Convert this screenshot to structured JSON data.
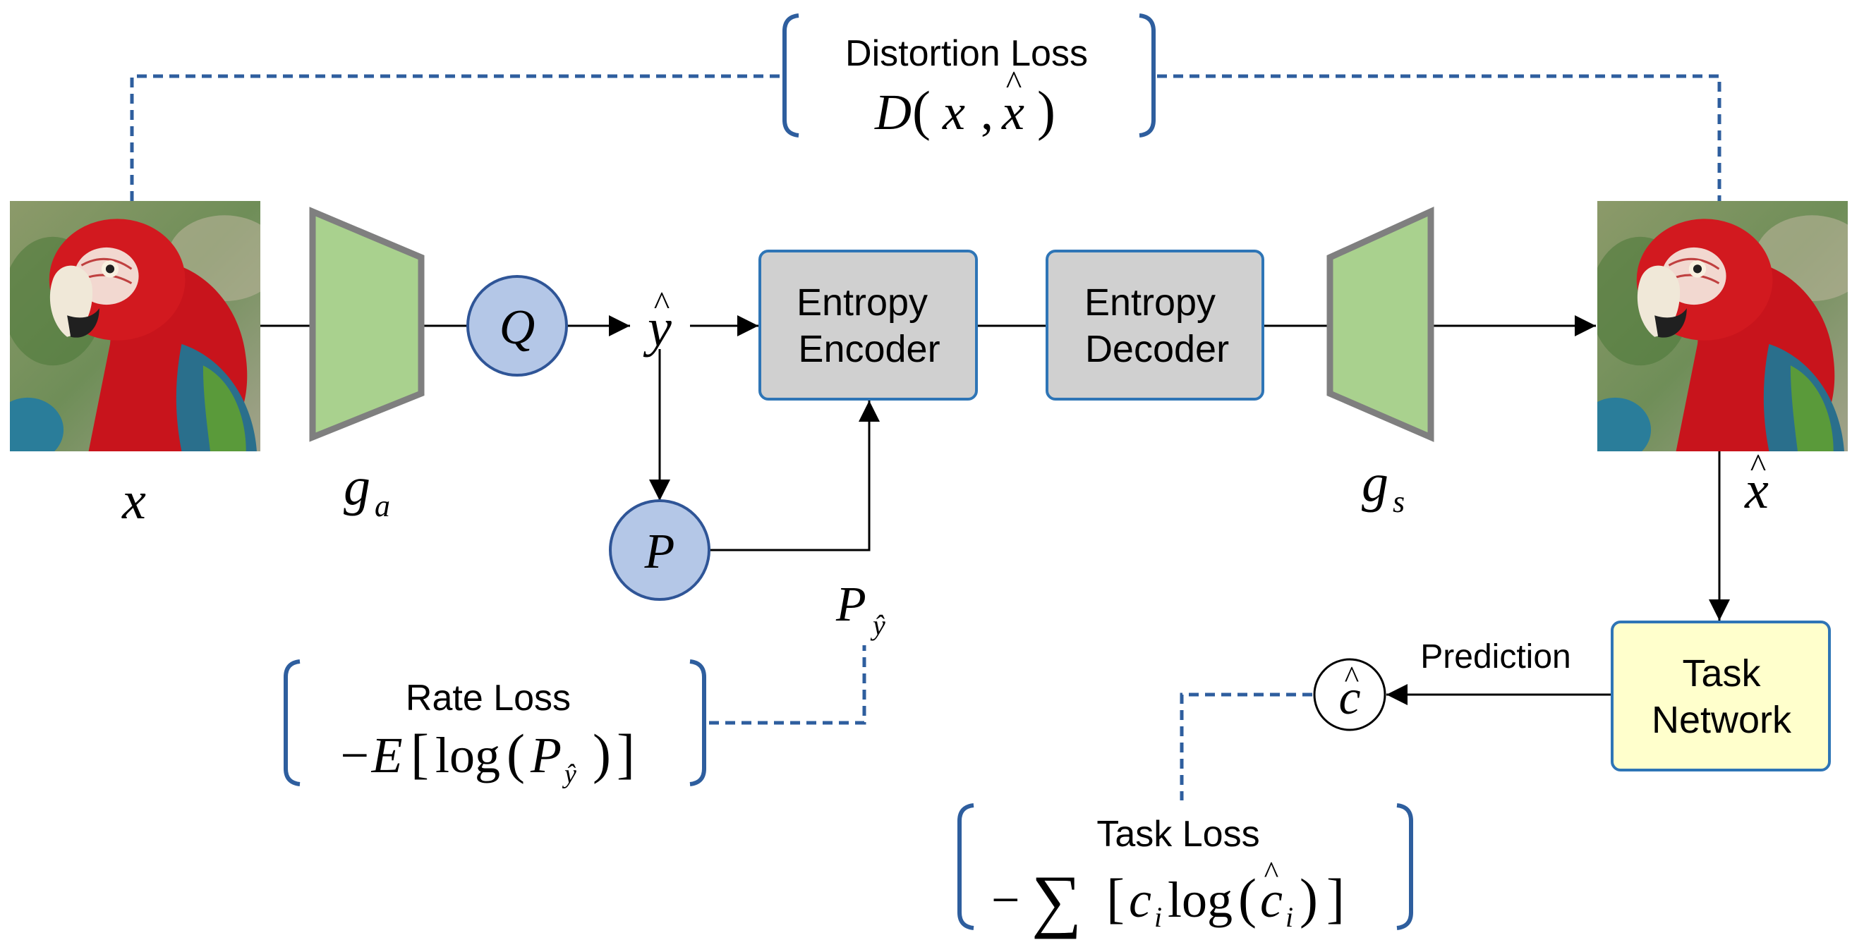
{
  "blocks": {
    "entropy_encoder": [
      "Entropy",
      "Encoder"
    ],
    "entropy_decoder": [
      "Entropy",
      "Decoder"
    ],
    "task_network": [
      "Task",
      "Network"
    ]
  },
  "nodes": {
    "quantizer": "Q",
    "prob_model": "P",
    "class_output": "c"
  },
  "symbols": {
    "input": "x",
    "analysis_transform": "g",
    "analysis_sub": "a",
    "synthesis_transform": "g",
    "synthesis_sub": "s",
    "latent": "y",
    "reconstruction": "x",
    "prob_label": "P",
    "prob_label_sub": "ŷ"
  },
  "arrow_labels": {
    "prediction": "Prediction"
  },
  "losses": {
    "distortion": {
      "title": "Distortion Loss",
      "formula": {
        "D": "D",
        "open": "(",
        "x": "x",
        "comma": ",",
        "xhat": "x",
        "close": ")"
      }
    },
    "rate": {
      "title": "Rate Loss",
      "formula": {
        "minusE": "−E",
        "lbr": "[",
        "log": "log",
        "lp": "(",
        "P": "P",
        "sub": "ŷ",
        "rp": ")",
        "rbr": "]"
      }
    },
    "task": {
      "title": "Task Loss",
      "formula": {
        "minus": "−",
        "sum": "∑",
        "lbr": "[",
        "c": "c",
        "i": "i",
        "log": "log",
        "lp": "(",
        "chat": "c",
        "i2": "i",
        "rp": ")",
        "rbr": "]"
      }
    }
  },
  "colors": {
    "transform_fill": "#a9d18e",
    "transform_stroke": "#7f7f7f",
    "node_fill": "#b4c7e7",
    "node_stroke": "#2f5597",
    "entropy_fill": "#d0d0d0",
    "entropy_stroke": "#2e75b6",
    "task_fill": "#ffffcc",
    "dashed": "#2e5e9e",
    "bracket": "#2e5e9e"
  }
}
